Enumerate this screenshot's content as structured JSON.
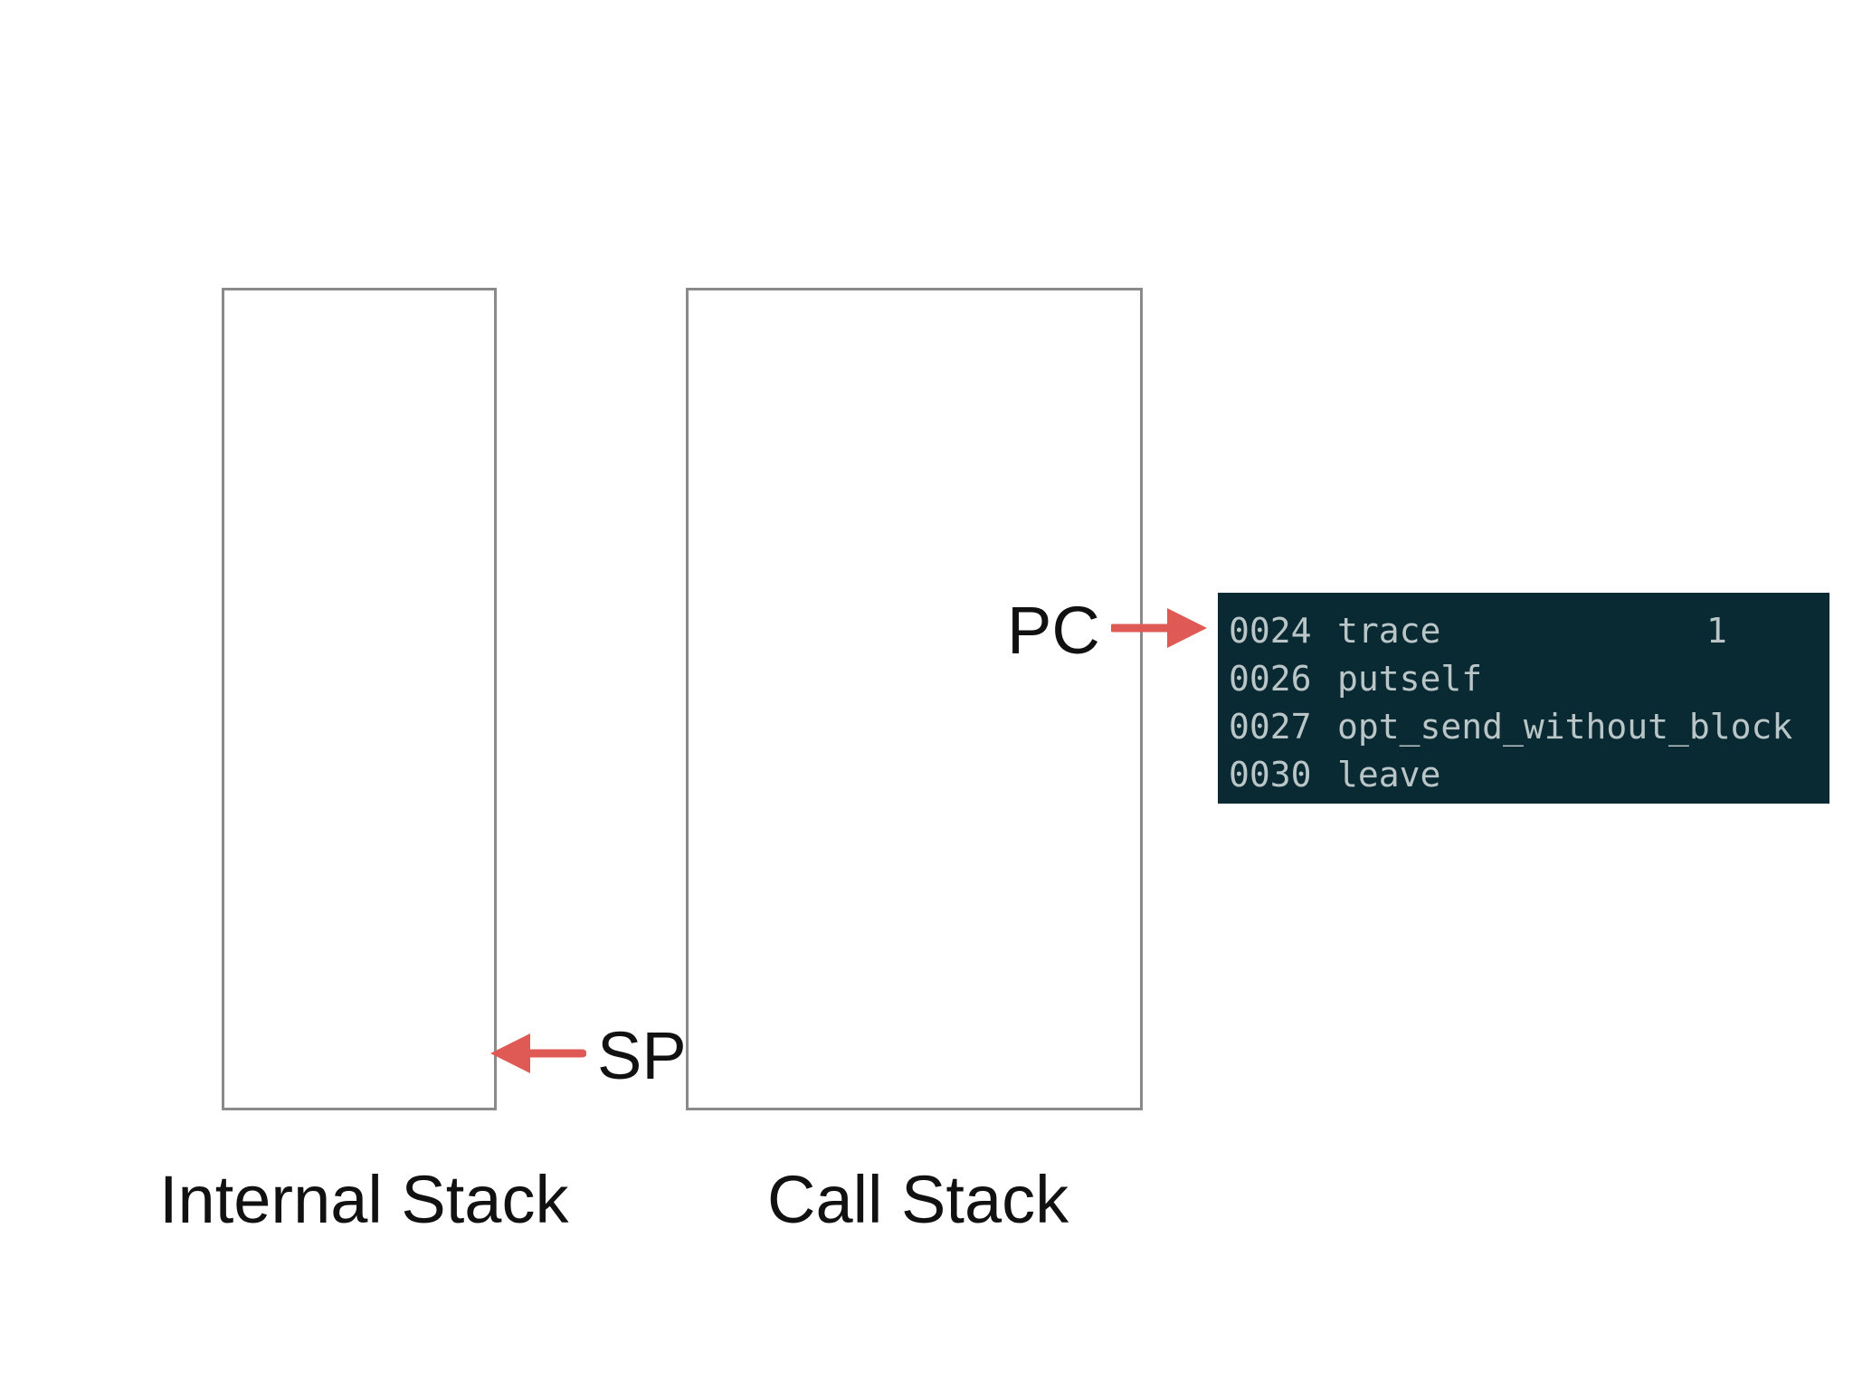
{
  "diagram": {
    "internal_stack_label": "Internal Stack",
    "call_stack_label": "Call Stack",
    "pc_label": "PC",
    "sp_label": "SP",
    "arrow_color": "#e05a55",
    "box_border_color": "#8a8a8a",
    "code_background": "#0a2a33",
    "code_text_color": "#b9c5c7"
  },
  "code": {
    "lines": [
      {
        "addr": "0024",
        "op": "trace",
        "arg": "1"
      },
      {
        "addr": "0026",
        "op": "putself",
        "arg": ""
      },
      {
        "addr": "0027",
        "op": "opt_send_without_block",
        "arg": ""
      },
      {
        "addr": "0030",
        "op": "leave",
        "arg": ""
      }
    ]
  }
}
